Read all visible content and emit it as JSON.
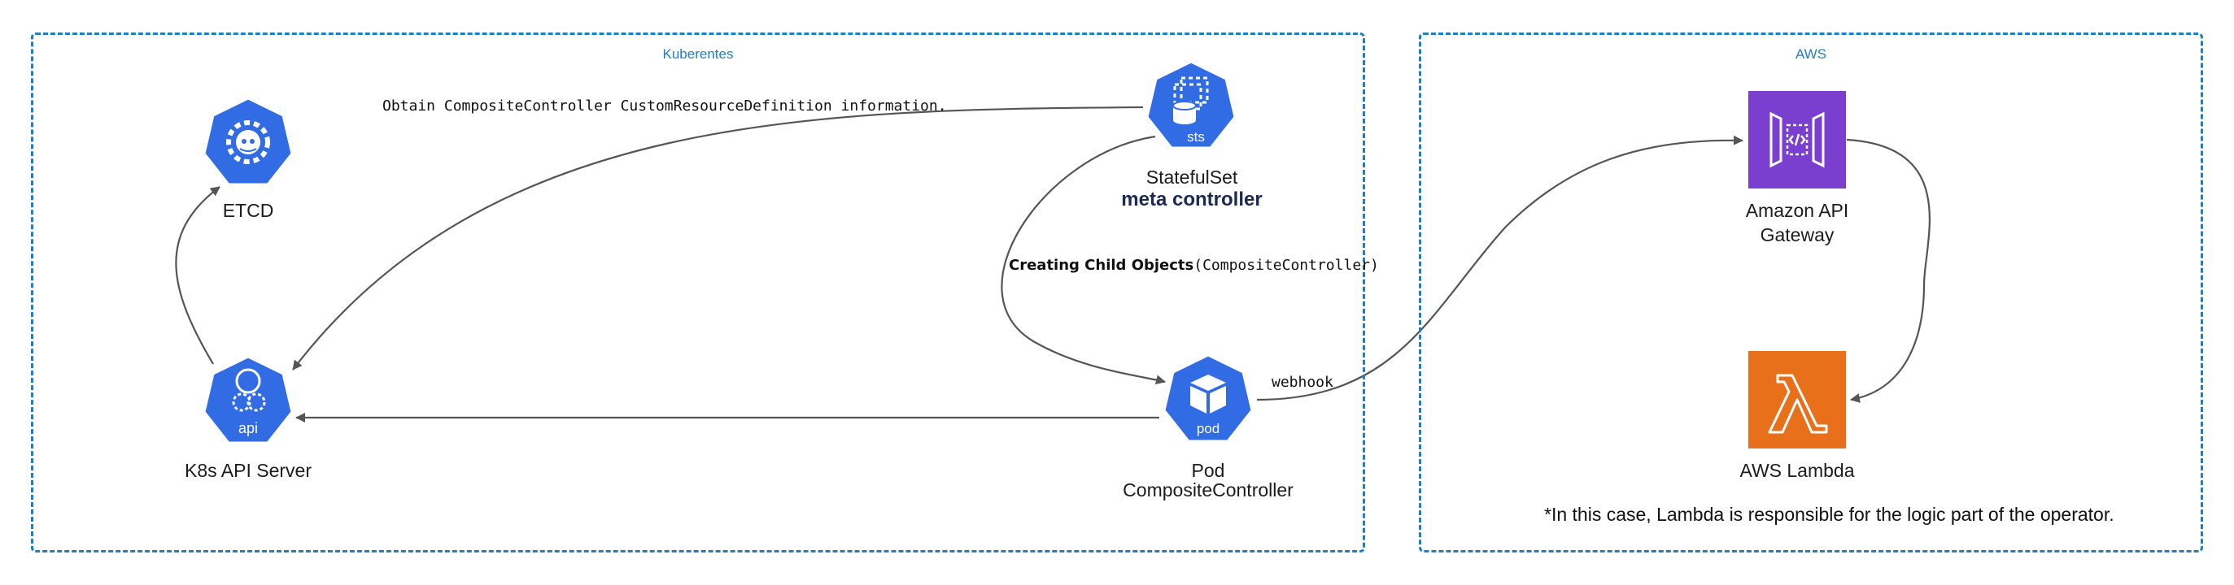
{
  "groups": {
    "kubernetes": {
      "label": "Kuberentes"
    },
    "aws": {
      "label": "AWS"
    }
  },
  "nodes": {
    "etcd": {
      "label": "ETCD"
    },
    "api_server": {
      "label": "K8s API Server",
      "badge": "api"
    },
    "statefulset": {
      "label": "StatefulSet",
      "sublabel": "meta controller",
      "badge": "sts"
    },
    "pod": {
      "label": "Pod",
      "sublabel": "CompositeController",
      "badge": "pod"
    },
    "api_gateway": {
      "label_line1": "Amazon API",
      "label_line2": "Gateway"
    },
    "lambda": {
      "label": "AWS Lambda"
    }
  },
  "edges": {
    "obtain_crd": "Obtain CompositeController CustomResourceDefinition information.",
    "create_child_bold": "Creating Child Objects",
    "create_child_mono": "(CompositeController)",
    "webhook": "webhook"
  },
  "note": "*In this case, Lambda is responsible for the logic part of the operator.",
  "colors": {
    "k8s_blue": "#326ce5",
    "group_border": "#1f7fc4",
    "api_gateway": "#7b3fcf",
    "lambda": "#e8701a",
    "edge": "#555555"
  }
}
